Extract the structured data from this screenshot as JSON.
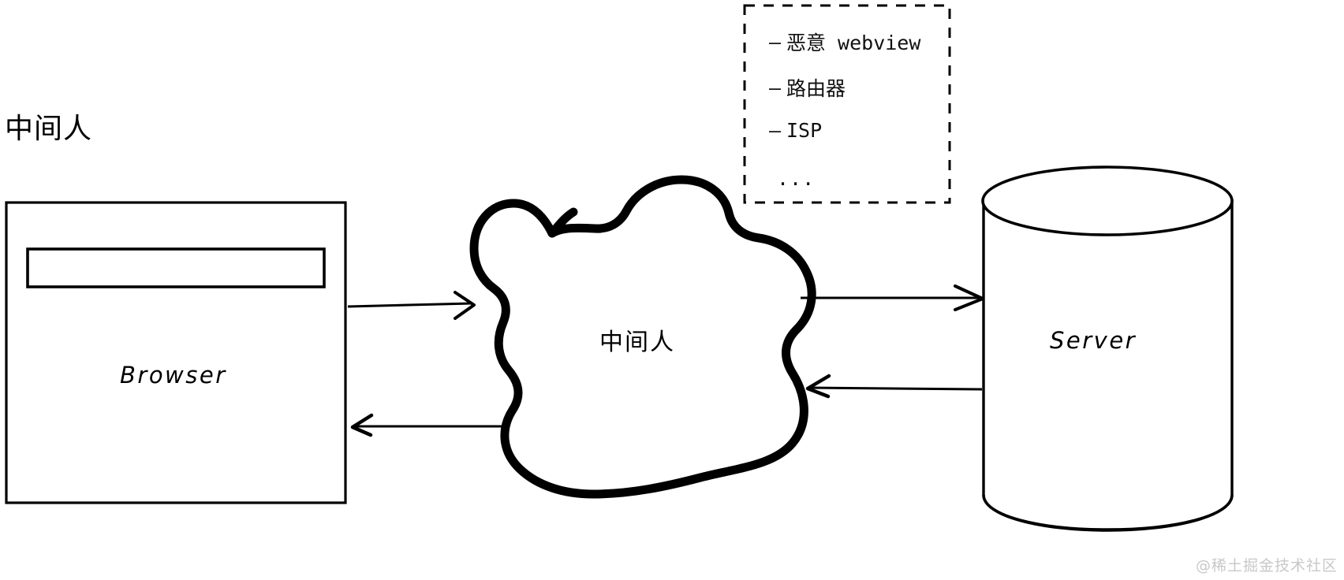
{
  "page": {
    "background_color": "#ffffff",
    "stroke_color": "#000000",
    "watermark": "@稀土掘金技术社区",
    "watermark_color": "#c8c8c8"
  },
  "section": {
    "title": "中间人"
  },
  "nodes": {
    "browser": {
      "label": "Browser",
      "address_bar_value": ""
    },
    "cloud": {
      "label": "中间人"
    },
    "server": {
      "label": "Server"
    }
  },
  "attackers_box": {
    "dash_marker": "–",
    "items": [
      "恶意 webview",
      "路由器",
      "ISP"
    ],
    "ellipsis": "..."
  },
  "arrows": [
    {
      "name": "browser-to-cloud-request",
      "direction": "right"
    },
    {
      "name": "cloud-to-browser-response",
      "direction": "left"
    },
    {
      "name": "cloud-to-server-request",
      "direction": "right"
    },
    {
      "name": "server-to-cloud-response",
      "direction": "left"
    }
  ]
}
